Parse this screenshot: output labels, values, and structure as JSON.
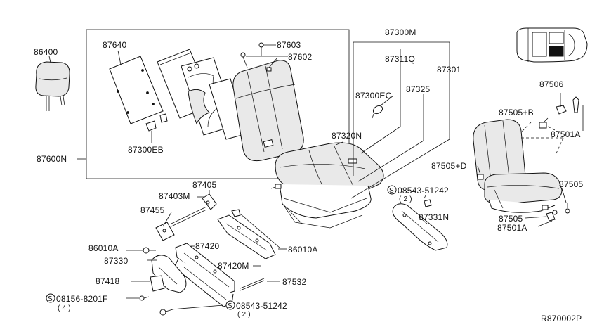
{
  "ref": "R870002P",
  "labels": {
    "l86400": "86400",
    "l87640": "87640",
    "l87603": "87603",
    "l87602": "87602",
    "l87300M": "87300M",
    "l87311Q": "87311Q",
    "l87301": "87301",
    "l87300EC": "87300EC",
    "l87325": "87325",
    "l87506": "87506",
    "l87505B": "87505+B",
    "l87501A_top": "87501A",
    "l87300EB": "87300EB",
    "l87600N": "87600N",
    "l87320N": "87320N",
    "l87505D": "87505+D",
    "l87505_right": "87505",
    "l87505_low": "87505",
    "l87501A_low": "87501A",
    "l08543_top": "08543-51242",
    "l08543_top_qty": "( 2 )",
    "l87331N": "87331N",
    "l87405": "87405",
    "l87403M": "87403M",
    "l87455": "87455",
    "l86010A_left": "86010A",
    "l87420": "87420",
    "l86010A_right": "86010A",
    "l87330": "87330",
    "l87420M": "87420M",
    "l87418": "87418",
    "l87532": "87532",
    "l08156": "08156-8201F",
    "l08156_qty": "( 4 )",
    "l08543_bot": "08543-51242",
    "l08543_bot_qty": "( 2 )",
    "s_mark": "S"
  }
}
